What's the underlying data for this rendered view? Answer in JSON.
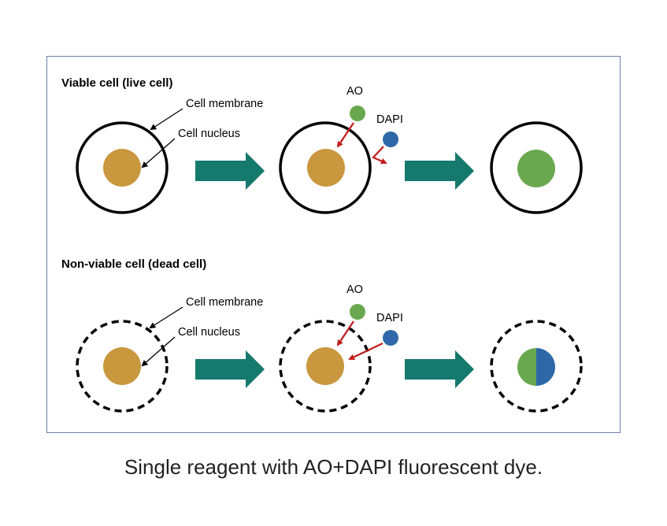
{
  "viable": {
    "title": "Viable cell (live cell)",
    "membrane_label": "Cell membrane",
    "nucleus_label": "Cell nucleus",
    "ao_label": "AO",
    "dapi_label": "DAPI"
  },
  "nonviable": {
    "title": "Non-viable cell (dead cell)",
    "membrane_label": "Cell membrane",
    "nucleus_label": "Cell nucleus",
    "ao_label": "AO",
    "dapi_label": "DAPI"
  },
  "caption": "Single reagent with AO+DAPI fluorescent dye.",
  "colors": {
    "nucleus": "#c8973e",
    "ao": "#6aa84f",
    "dapi": "#2e68a8",
    "arrow": "#16796e",
    "pointer": "#c21f1f",
    "frame": "#6f7fa8"
  }
}
